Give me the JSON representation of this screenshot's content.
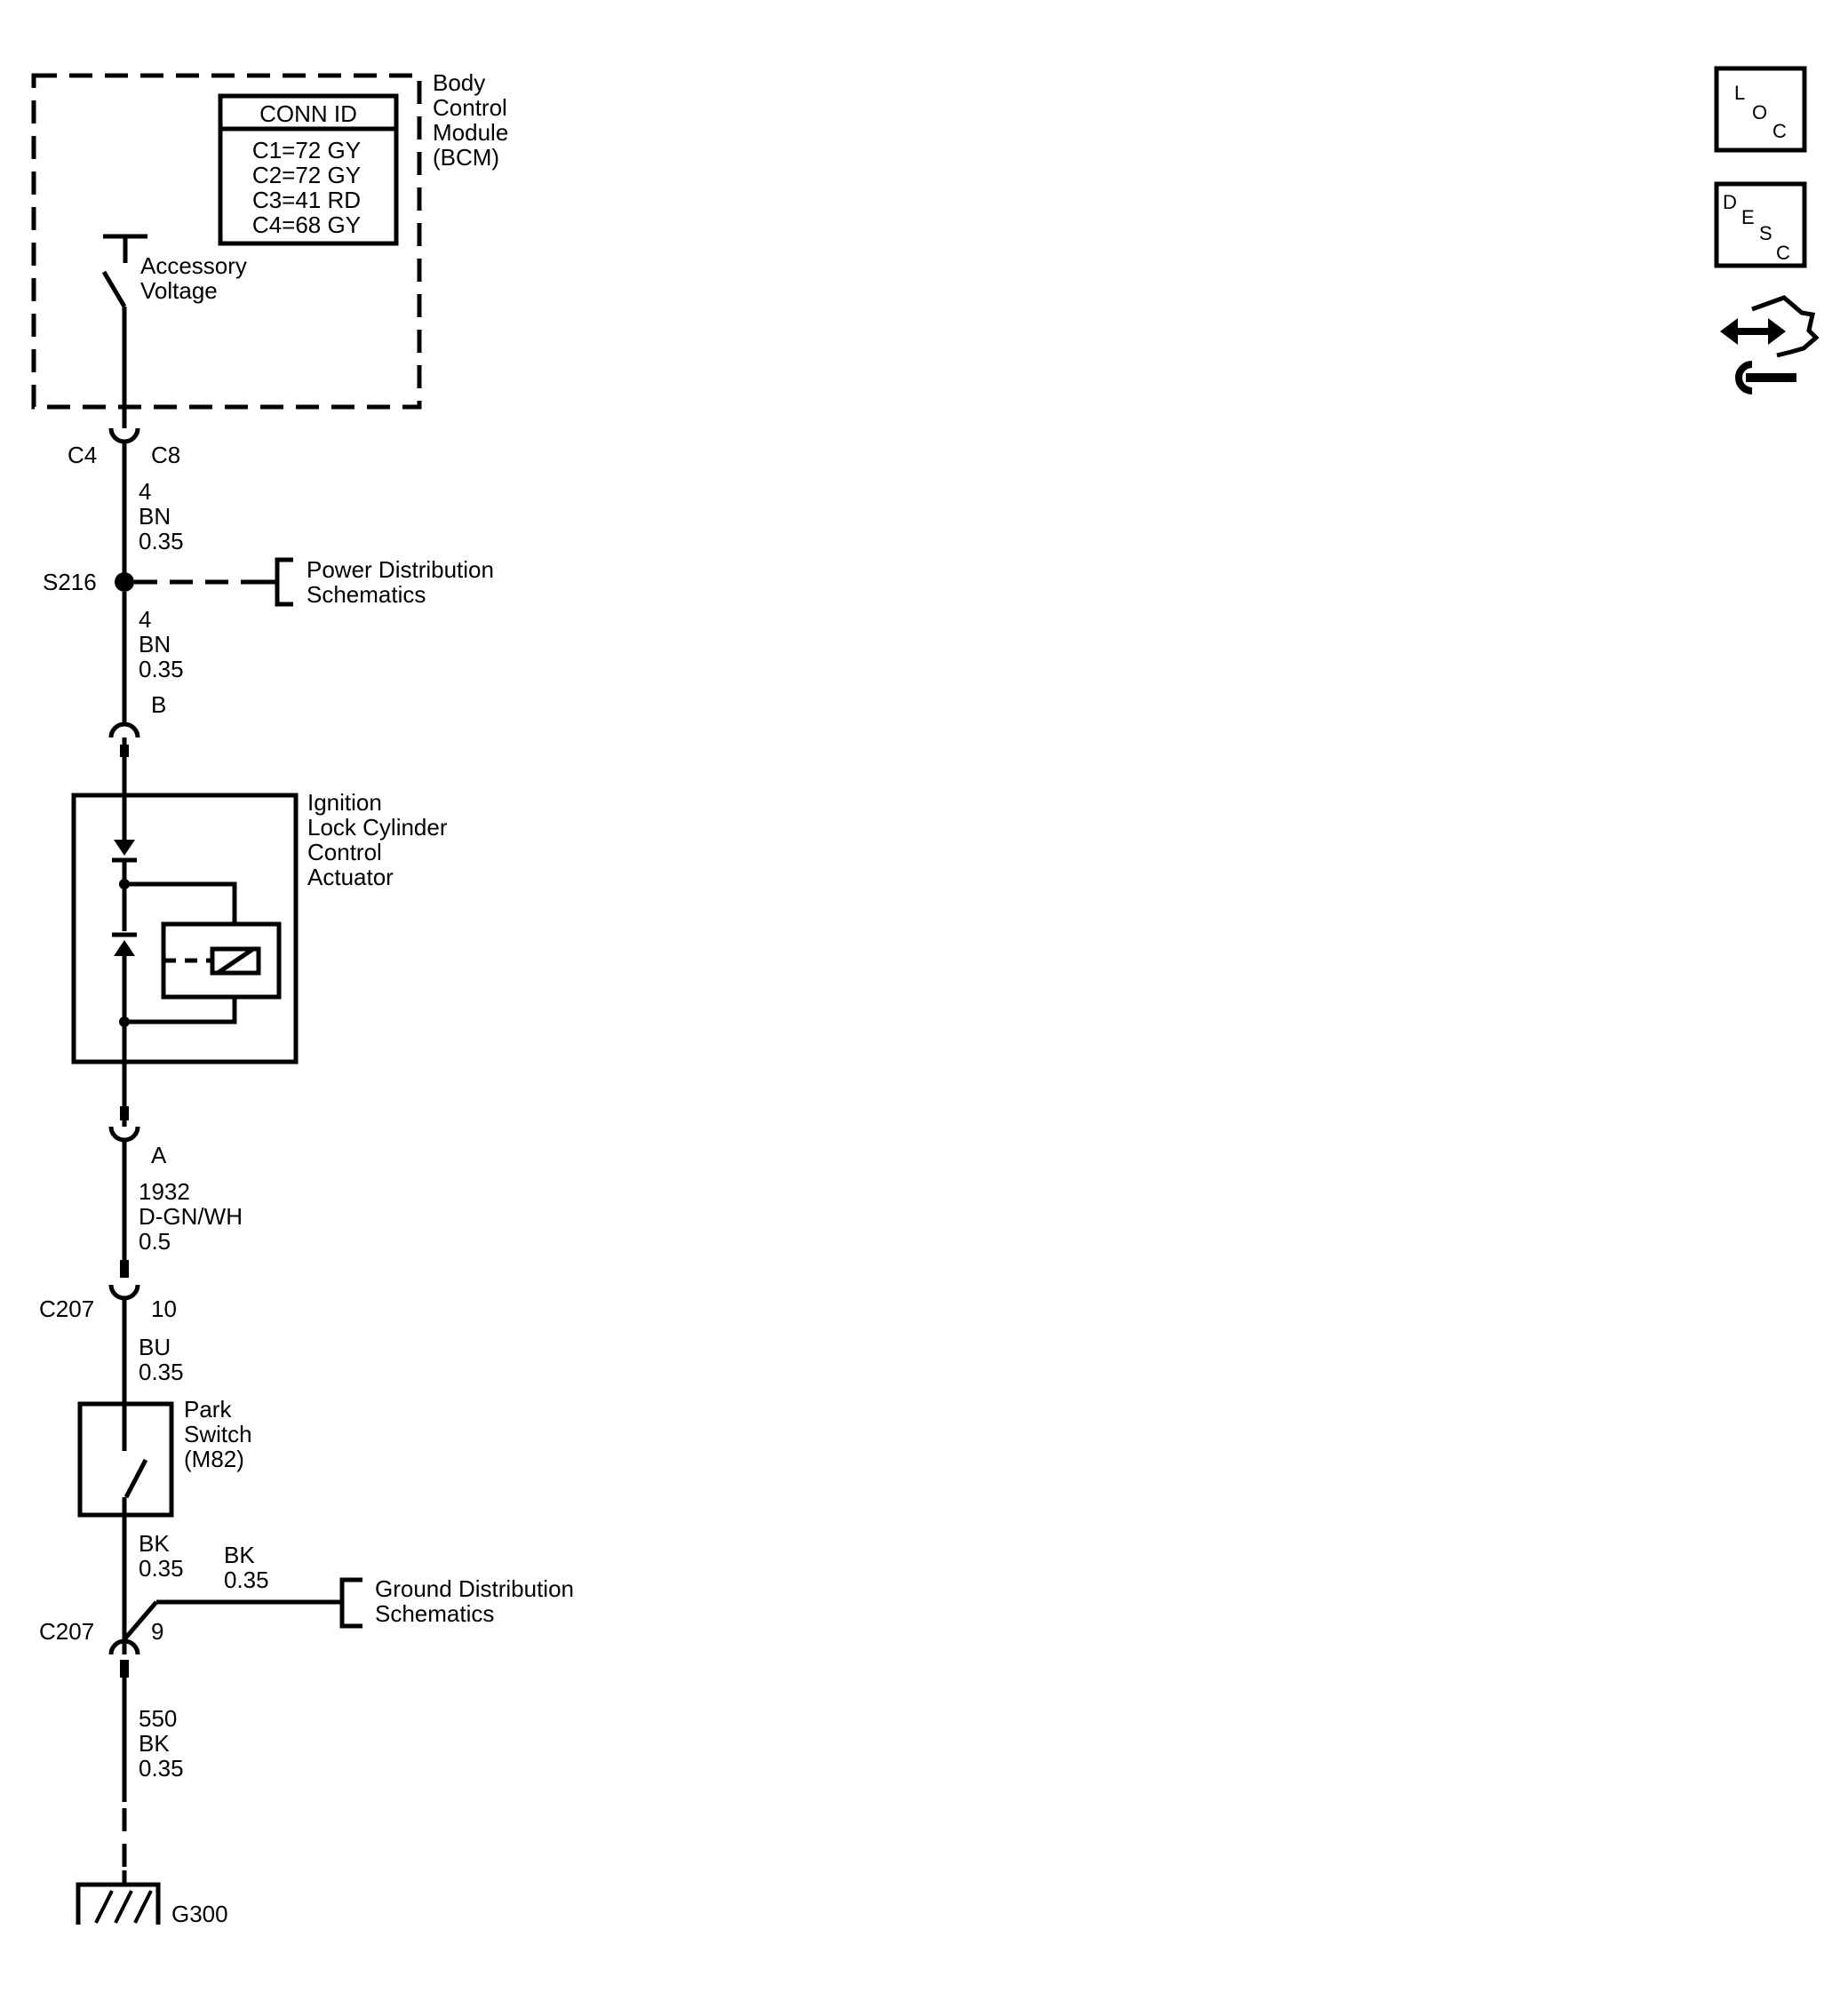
{
  "bcm": {
    "name_lines": [
      "Body",
      "Control",
      "Module",
      "(BCM)"
    ],
    "conn_header": "CONN ID",
    "conn_rows": [
      "C1=72 GY",
      "C2=72 GY",
      "C3=41 RD",
      "C4=68 GY"
    ],
    "switch_label_lines": [
      "Accessory",
      "Voltage"
    ]
  },
  "connector_top": {
    "left": "C4",
    "right": "C8"
  },
  "wire1": [
    "4",
    "BN",
    "0.35"
  ],
  "splice": {
    "id": "S216",
    "ref_lines": [
      "Power Distribution",
      "Schematics"
    ]
  },
  "wire2": [
    "4",
    "BN",
    "0.35"
  ],
  "actuator": {
    "pin_b": "B",
    "pin_a": "A",
    "name_lines": [
      "Ignition",
      "Lock Cylinder",
      "Control",
      "Actuator"
    ]
  },
  "wire3": [
    "1932",
    "D-GN/WH",
    "0.5"
  ],
  "connector_c207a": {
    "id": "C207",
    "pin": "10"
  },
  "wire4": [
    "BU",
    "0.35"
  ],
  "park_switch": {
    "name_lines": [
      "Park",
      "Switch",
      "(M82)"
    ]
  },
  "wire5": [
    "BK",
    "0.35"
  ],
  "wire5_branch": [
    "BK",
    "0.35"
  ],
  "ground_ref_lines": [
    "Ground Distribution",
    "Schematics"
  ],
  "connector_c207b": {
    "id": "C207",
    "pin": "9"
  },
  "wire6": [
    "550",
    "BK",
    "0.35"
  ],
  "ground": {
    "id": "G300"
  },
  "side_icons": {
    "loc_letters": [
      "L",
      "O",
      "C"
    ],
    "desc_letters": [
      "D",
      "E",
      "S",
      "C"
    ]
  },
  "icons": [
    "location-icon",
    "description-icon",
    "connector-repair-icon"
  ]
}
